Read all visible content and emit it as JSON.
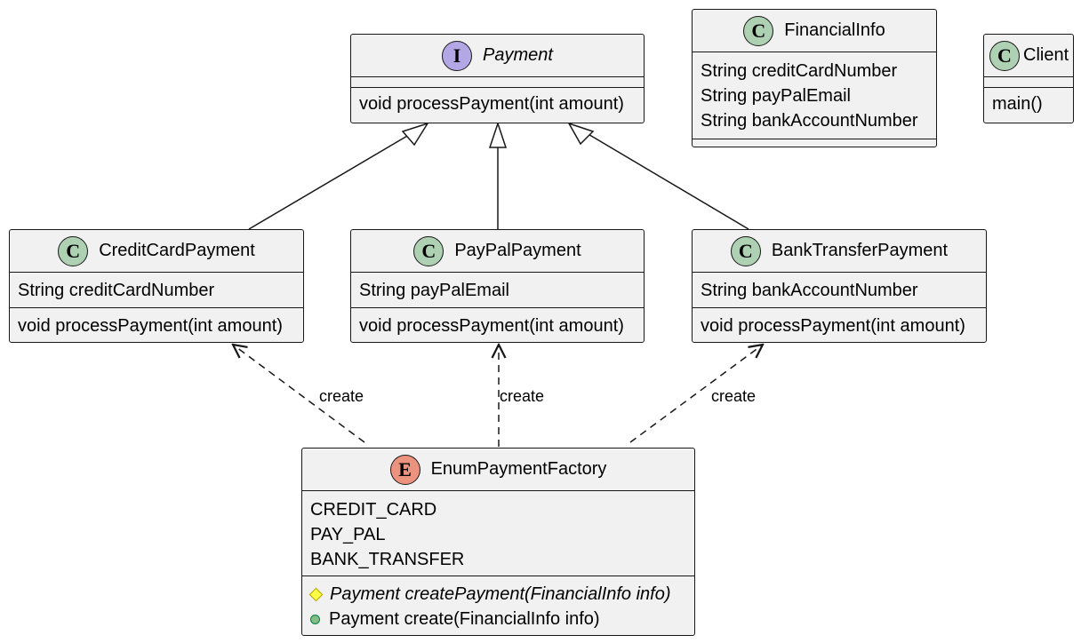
{
  "payment": {
    "stereotype": "I",
    "name": "Payment",
    "methods": [
      "void processPayment(int amount)"
    ]
  },
  "financial_info": {
    "stereotype": "C",
    "name": "FinancialInfo",
    "fields": [
      "String creditCardNumber",
      "String payPalEmail",
      "String bankAccountNumber"
    ]
  },
  "client": {
    "stereotype": "C",
    "name": "Client",
    "methods": [
      "main()"
    ]
  },
  "credit_card_payment": {
    "stereotype": "C",
    "name": "CreditCardPayment",
    "fields": [
      "String creditCardNumber"
    ],
    "methods": [
      "void processPayment(int amount)"
    ]
  },
  "paypal_payment": {
    "stereotype": "C",
    "name": "PayPalPayment",
    "fields": [
      "String payPalEmail"
    ],
    "methods": [
      "void processPayment(int amount)"
    ]
  },
  "bank_transfer_payment": {
    "stereotype": "C",
    "name": "BankTransferPayment",
    "fields": [
      "String bankAccountNumber"
    ],
    "methods": [
      "void processPayment(int amount)"
    ]
  },
  "enum_factory": {
    "stereotype": "E",
    "name": "EnumPaymentFactory",
    "constants": [
      "CREDIT_CARD",
      "PAY_PAL",
      "BANK_TRANSFER"
    ],
    "methods": [
      "Payment createPayment(FinancialInfo info)",
      "Payment create(FinancialInfo info)"
    ]
  },
  "relations": {
    "create_label": "create"
  },
  "colors": {
    "class_icon": "#add1b2",
    "interface_icon": "#b4a7e5",
    "enum_icon": "#eb937f",
    "box_fill": "#f1f1f1",
    "line": "#181818"
  }
}
